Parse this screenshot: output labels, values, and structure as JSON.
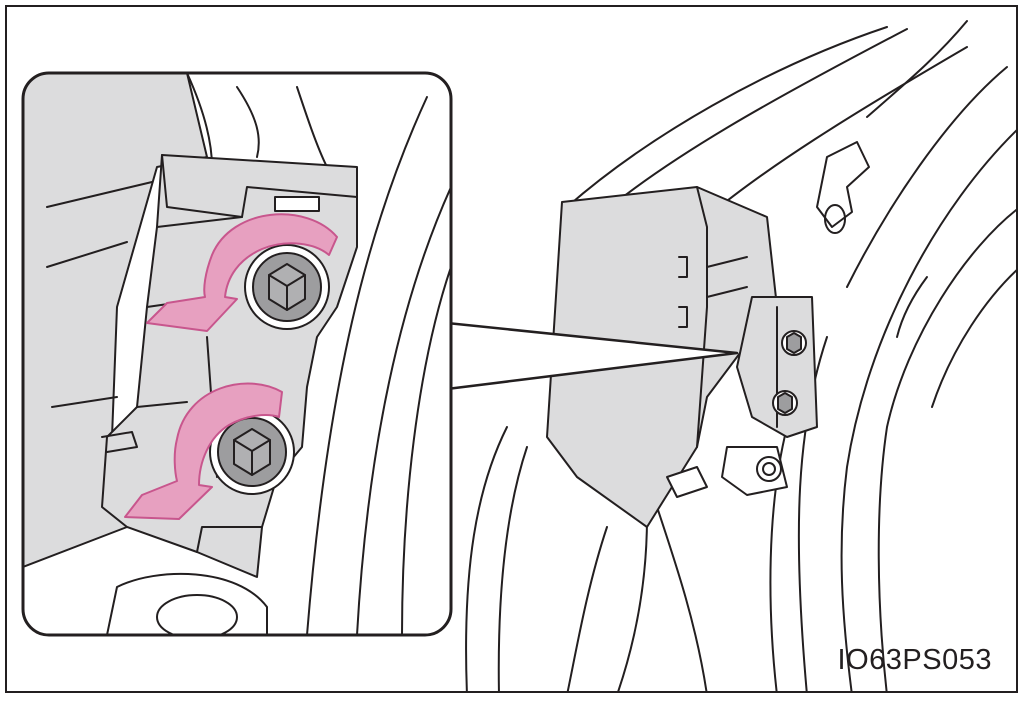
{
  "figure": {
    "code": "IO63PS053",
    "colors": {
      "line": "#231f20",
      "fill_gray": "#dcdcdd",
      "bolt_gray": "#9d9d9f",
      "arrow_pink": "#e7a0c0",
      "arrow_edge": "#c8568d"
    },
    "callout": {
      "shape": "rounded-rectangle",
      "arrows": 2,
      "bolts": 2
    },
    "overview": {
      "bolts": 2
    }
  }
}
